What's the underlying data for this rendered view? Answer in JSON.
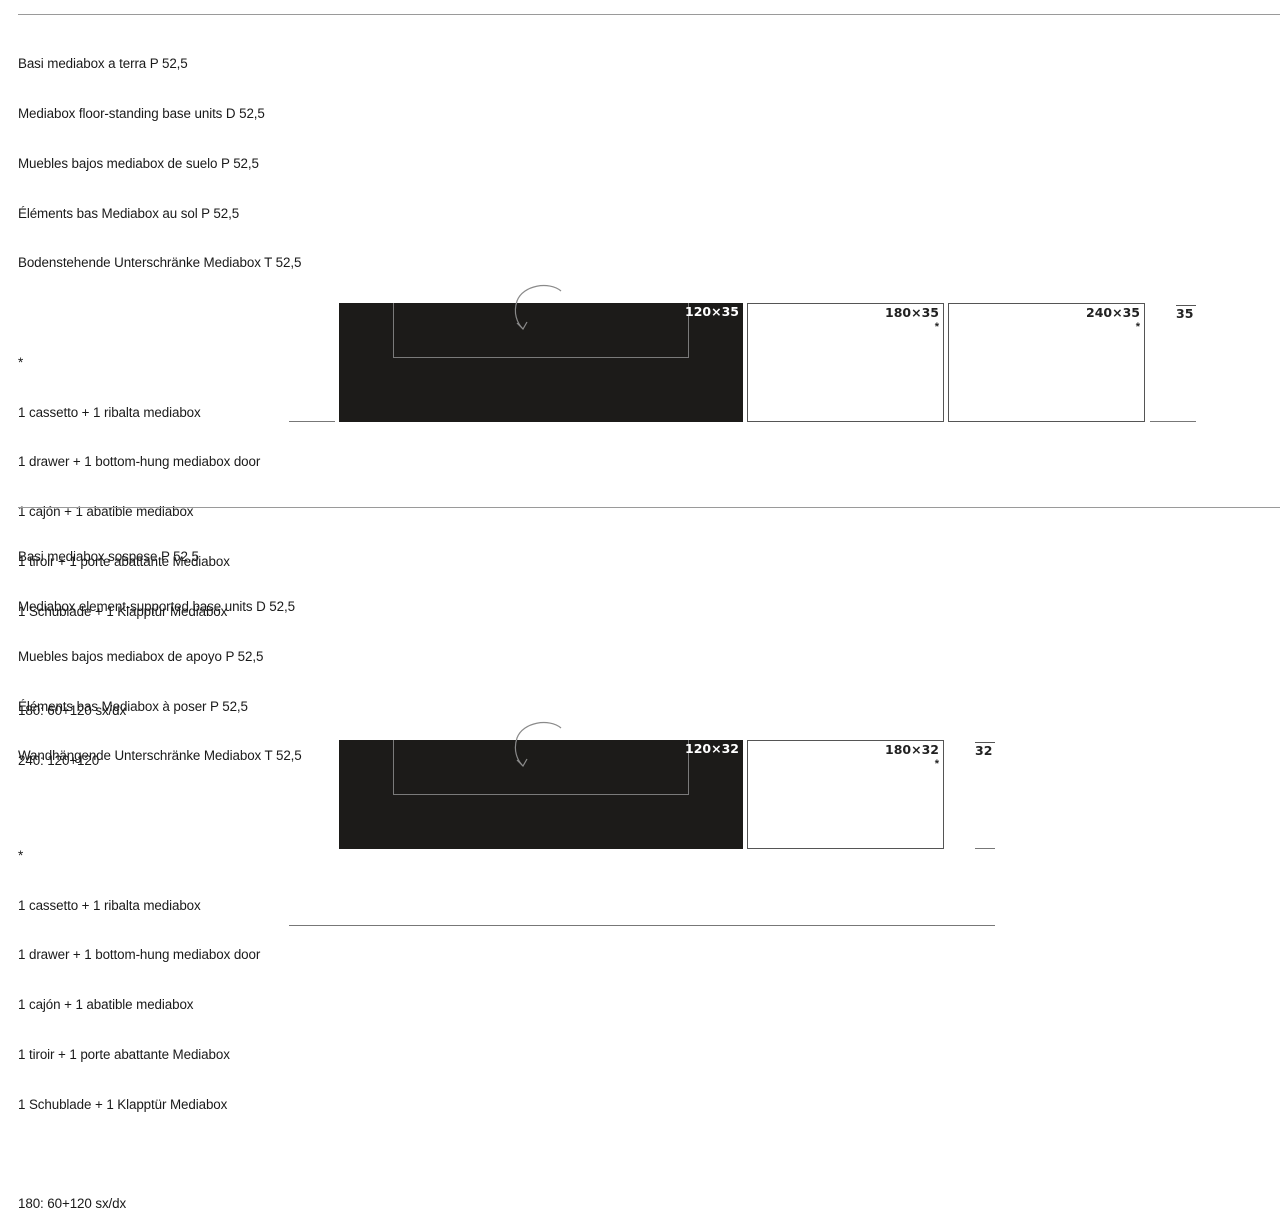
{
  "section1": {
    "titles": [
      "Basi mediabox a terra P 52,5",
      "Mediabox floor-standing base units D 52,5",
      "Muebles bajos mediabox de suelo P 52,5",
      "Éléments bas Mediabox au sol P 52,5",
      "Bodenstehende Unterschränke Mediabox T 52,5"
    ],
    "star": "*",
    "notes": [
      "1 cassetto + 1 ribalta mediabox",
      "1 drawer + 1 bottom-hung mediabox door",
      "1 cajón + 1 abatible mediabox",
      "1 tiroir + 1 porte abattante Mediabox",
      "1 Schublade + 1 Klapptür Mediabox"
    ],
    "configs": [
      "180: 60+120 sx/dx",
      "240: 120+120"
    ],
    "modules": [
      {
        "label": "120×35",
        "star": ""
      },
      {
        "label": "180×35",
        "star": "*"
      },
      {
        "label": "240×35",
        "star": "*"
      }
    ],
    "height": "35"
  },
  "section2": {
    "titles": [
      "Basi mediabox sospese P 52,5",
      "Mediabox element-supported base units D 52,5",
      "Muebles bajos mediabox de apoyo P 52,5",
      "Éléments bas Mediabox à poser P 52,5",
      "Wandhängende Unterschränke Mediabox T 52,5"
    ],
    "star": "*",
    "notes": [
      "1 cassetto + 1 ribalta mediabox",
      "1 drawer + 1 bottom-hung mediabox door",
      "1 cajón + 1 abatible mediabox",
      "1 tiroir + 1 porte abattante Mediabox",
      "1 Schublade + 1 Klapptür Mediabox"
    ],
    "configs": [
      "180: 60+120 sx/dx"
    ],
    "modules": [
      {
        "label": "120×32",
        "star": ""
      },
      {
        "label": "180×32",
        "star": "*"
      }
    ],
    "height": "32"
  },
  "colors": {
    "module_fill": "#1c1b19",
    "rule": "#9a9a9a",
    "text": "#1a1a1a"
  },
  "icons": [
    "rotation-arrow-icon"
  ]
}
